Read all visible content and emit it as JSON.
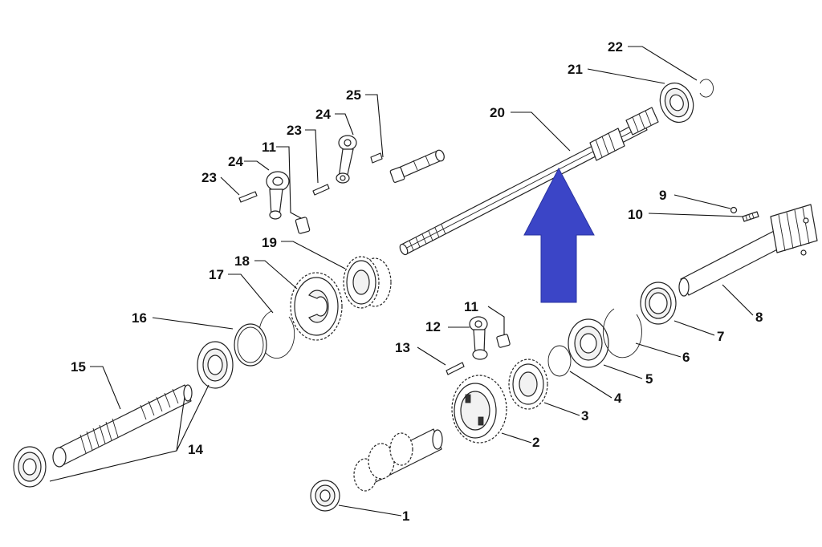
{
  "callouts": {
    "c1": "1",
    "c2": "2",
    "c3": "3",
    "c4": "4",
    "c5": "5",
    "c6": "6",
    "c7": "7",
    "c8": "8",
    "c9": "9",
    "c10": "10",
    "c11a": "11",
    "c11b": "11",
    "c12": "12",
    "c13": "13",
    "c14": "14",
    "c15": "15",
    "c16": "16",
    "c17": "17",
    "c18": "18",
    "c19": "19",
    "c20": "20",
    "c21": "21",
    "c22": "22",
    "c23a": "23",
    "c23b": "23",
    "c24a": "24",
    "c24b": "24",
    "c25": "25"
  },
  "colors": {
    "arrow": "#3b45c7",
    "line": "#222222",
    "background": "#ffffff"
  },
  "icons": {
    "highlight": "up-arrow-icon"
  }
}
